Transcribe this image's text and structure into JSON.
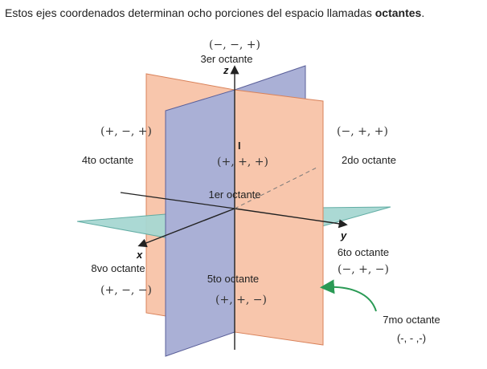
{
  "caption": {
    "text": "Estos ejes coordenados determinan ocho porciones del espacio llamadas ",
    "bold": "octantes",
    "end": "."
  },
  "axes": {
    "x": "x",
    "y": "y",
    "z": "z"
  },
  "octants": {
    "o1": {
      "name": "1er octante",
      "signs": "(+, +, +)"
    },
    "o2": {
      "name": "2do octante",
      "signs": "(−, +, +)"
    },
    "o3": {
      "name": "3er octante",
      "signs": "(−, −, +)"
    },
    "o4": {
      "name": "4to octante",
      "signs": "(+, −, +)"
    },
    "o5": {
      "name": "5to octante",
      "signs": "(+, +, −)"
    },
    "o6": {
      "name": "6to octante",
      "signs": "(−, +, −)"
    },
    "o7": {
      "name": "7mo octante",
      "signs": "(-, - ,-)"
    },
    "o8": {
      "name": "8vo octante",
      "signs": "(+, −, −)"
    }
  },
  "roman_label": "I",
  "colors": {
    "xz_plane": "#f8c6ac",
    "xz_plane_stroke": "#d9825a",
    "yz_plane": "#aab0d6",
    "yz_plane_stroke": "#5a5f99",
    "xy_plane": "#a7d8d2",
    "xy_plane_stroke": "#5aa9a0",
    "axis": "#222222",
    "arrow": "#2a9a55"
  }
}
